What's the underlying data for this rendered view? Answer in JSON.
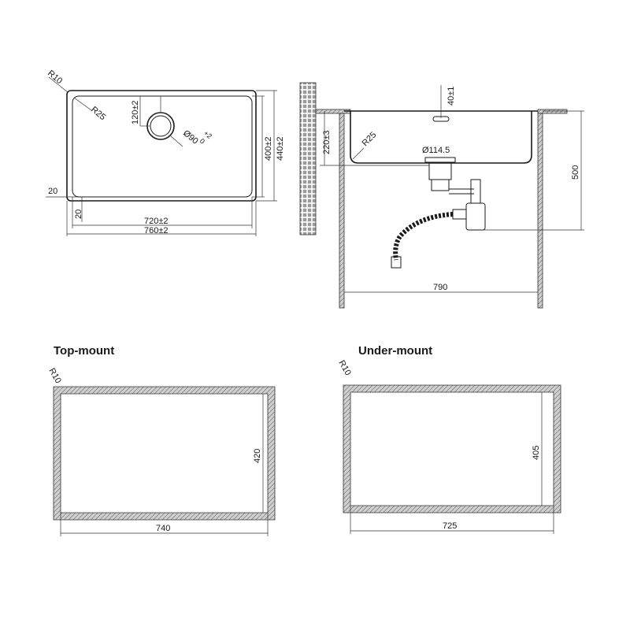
{
  "top_view": {
    "corner_outer": "R10",
    "corner_inner": "R25",
    "drain_offset": "120±2",
    "drain_dia": "Ø90",
    "drain_tol_plus": "+2",
    "drain_tol_minus": "0",
    "inner_height": "400±2",
    "outer_height": "440±2",
    "rim_left": "20",
    "rim_bottom": "20",
    "inner_width": "720±2",
    "outer_width": "760±2"
  },
  "side_view": {
    "overflow": "40±1",
    "depth": "220±3",
    "corner": "R25",
    "waste_dia": "Ø114.5",
    "cabinet_height": "500",
    "cabinet_width": "790"
  },
  "top_mount": {
    "title": "Top-mount",
    "corner": "R10",
    "height": "420",
    "width": "740"
  },
  "under_mount": {
    "title": "Under-mount",
    "corner": "R10",
    "height": "405",
    "width": "725"
  }
}
